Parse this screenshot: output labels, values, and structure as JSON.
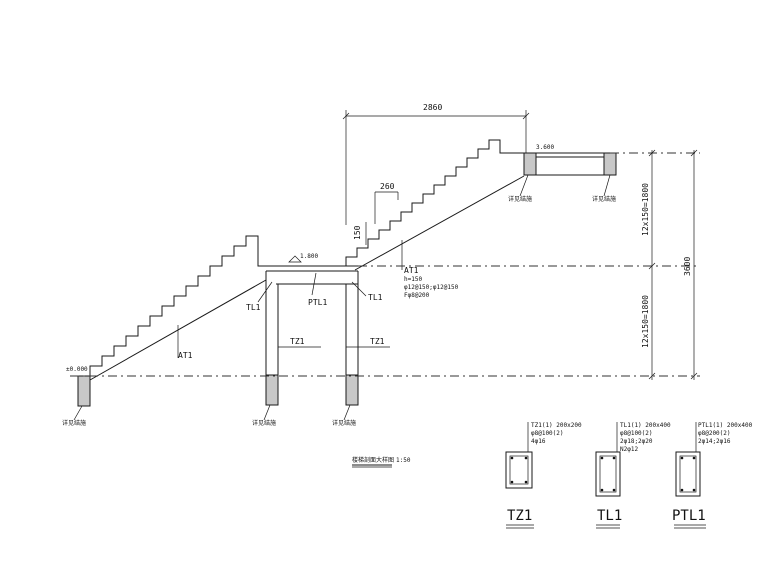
{
  "labels": {
    "dim_top": "2860",
    "dim_step_w": "260",
    "dim_step_h": "150",
    "dim_flight": "12x150=1800",
    "dim_total": "3600",
    "top_level": "3.600",
    "mid_level": "1.800",
    "bottom_level": "±0.000",
    "tz1": "TZ1",
    "tl1": "TL1",
    "ptl1": "PTL1",
    "at1": "AT1",
    "beam_note": "详见结施",
    "title": "楼梯剖面大样图",
    "scale": "1:50"
  },
  "at1_note": {
    "title": "AT1",
    "h": "h=150",
    "rebar": "φ12@150;φ12@150",
    "dist": "Fφ8@200"
  },
  "sections": [
    {
      "name": "TZ1",
      "line1": "TZ1(1) 200x200",
      "line2": "φ8@100(2)",
      "line3": "4φ16"
    },
    {
      "name": "TL1",
      "line1": "TL1(1) 200x400",
      "line2": "φ8@100(2)",
      "line3": "2φ18;2φ20",
      "line4": "N2φ12"
    },
    {
      "name": "PTL1",
      "line1": "PTL1(1) 200x400",
      "line2": "φ8@200(2)",
      "line3": "2φ14;2φ16"
    }
  ]
}
